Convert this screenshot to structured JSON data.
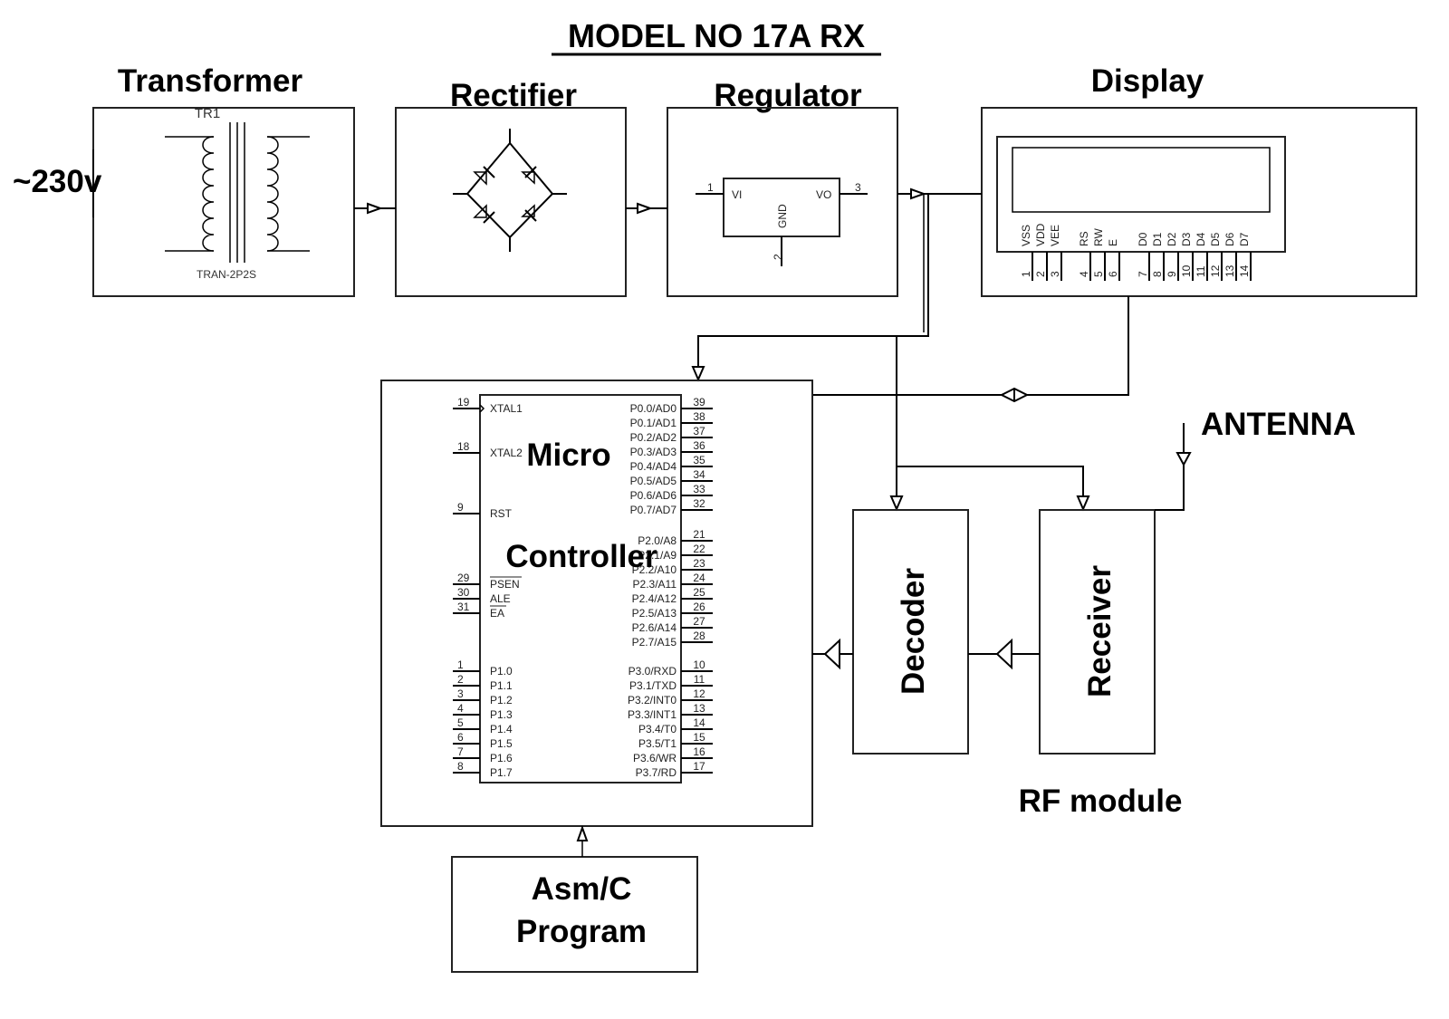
{
  "title": "MODEL NO 17A RX",
  "input_label": "~230v",
  "blocks": {
    "transformer": {
      "label": "Transformer",
      "ref": "TR1",
      "part": "TRAN-2P2S"
    },
    "rectifier": {
      "label": "Rectifier"
    },
    "regulator": {
      "label": "Regulator",
      "pin1_num": "1",
      "pin1_name": "VI",
      "pin3_num": "3",
      "pin3_name": "VO",
      "pin2_num": "2",
      "pin2_name": "GND"
    },
    "display": {
      "label": "Display",
      "pins": [
        {
          "num": "1",
          "name": "VSS"
        },
        {
          "num": "2",
          "name": "VDD"
        },
        {
          "num": "3",
          "name": "VEE"
        },
        {
          "num": "4",
          "name": "RS"
        },
        {
          "num": "5",
          "name": "RW"
        },
        {
          "num": "6",
          "name": "E"
        },
        {
          "num": "7",
          "name": "D0"
        },
        {
          "num": "8",
          "name": "D1"
        },
        {
          "num": "9",
          "name": "D2"
        },
        {
          "num": "10",
          "name": "D3"
        },
        {
          "num": "11",
          "name": "D4"
        },
        {
          "num": "12",
          "name": "D5"
        },
        {
          "num": "13",
          "name": "D6"
        },
        {
          "num": "14",
          "name": "D7"
        }
      ]
    },
    "microcontroller": {
      "label_line1": "Micro",
      "label_line2": "Controller",
      "left_pins": [
        {
          "num": "19",
          "name": "XTAL1"
        },
        {
          "num": "18",
          "name": "XTAL2"
        },
        {
          "num": "9",
          "name": "RST"
        },
        {
          "num": "29",
          "name": "PSEN"
        },
        {
          "num": "30",
          "name": "ALE"
        },
        {
          "num": "31",
          "name": "EA"
        },
        {
          "num": "1",
          "name": "P1.0"
        },
        {
          "num": "2",
          "name": "P1.1"
        },
        {
          "num": "3",
          "name": "P1.2"
        },
        {
          "num": "4",
          "name": "P1.3"
        },
        {
          "num": "5",
          "name": "P1.4"
        },
        {
          "num": "6",
          "name": "P1.5"
        },
        {
          "num": "7",
          "name": "P1.6"
        },
        {
          "num": "8",
          "name": "P1.7"
        }
      ],
      "right_pins": [
        {
          "num": "39",
          "name": "P0.0/AD0"
        },
        {
          "num": "38",
          "name": "P0.1/AD1"
        },
        {
          "num": "37",
          "name": "P0.2/AD2"
        },
        {
          "num": "36",
          "name": "P0.3/AD3"
        },
        {
          "num": "35",
          "name": "P0.4/AD4"
        },
        {
          "num": "34",
          "name": "P0.5/AD5"
        },
        {
          "num": "33",
          "name": "P0.6/AD6"
        },
        {
          "num": "32",
          "name": "P0.7/AD7"
        },
        {
          "num": "21",
          "name": "P2.0/A8"
        },
        {
          "num": "22",
          "name": "P2.1/A9"
        },
        {
          "num": "23",
          "name": "P2.2/A10"
        },
        {
          "num": "24",
          "name": "P2.3/A11"
        },
        {
          "num": "25",
          "name": "P2.4/A12"
        },
        {
          "num": "26",
          "name": "P2.5/A13"
        },
        {
          "num": "27",
          "name": "P2.6/A14"
        },
        {
          "num": "28",
          "name": "P2.7/A15"
        },
        {
          "num": "10",
          "name": "P3.0/RXD"
        },
        {
          "num": "11",
          "name": "P3.1/TXD"
        },
        {
          "num": "12",
          "name": "P3.2/INT0"
        },
        {
          "num": "13",
          "name": "P3.3/INT1"
        },
        {
          "num": "14",
          "name": "P3.4/T0"
        },
        {
          "num": "15",
          "name": "P3.5/T1"
        },
        {
          "num": "16",
          "name": "P3.6/WR"
        },
        {
          "num": "17",
          "name": "P3.7/RD"
        }
      ]
    },
    "decoder": {
      "label": "Decoder"
    },
    "receiver": {
      "label": "Receiver"
    },
    "antenna": {
      "label": "ANTENNA"
    },
    "rf_module": {
      "label": "RF module"
    },
    "program": {
      "label_line1": "Asm/C",
      "label_line2": "Program"
    }
  }
}
